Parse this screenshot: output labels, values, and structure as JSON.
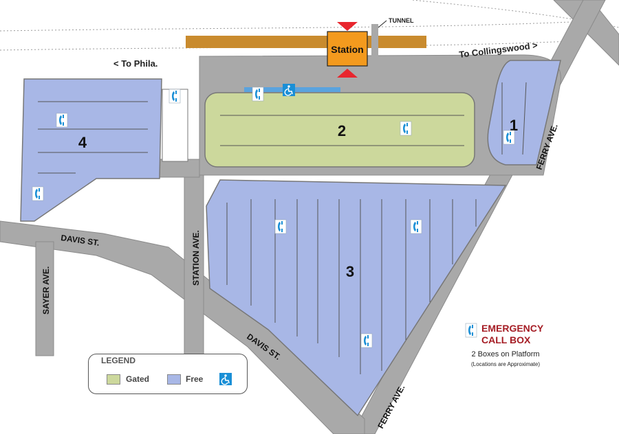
{
  "colors": {
    "free": "#a8b7e6",
    "gated": "#ccd89c",
    "road": "#a9a9a9",
    "road_edge": "#8a8a8a",
    "platform": "#c98b2e",
    "station": "#f39a1e",
    "arrow": "#e8262e",
    "emergency": "#a51c24"
  },
  "station_label": "Station",
  "tunnel_label": "TUNNEL",
  "direction_labels": {
    "philadelphia": "< To Phila.",
    "collingswood": "To Collingswood >"
  },
  "lot_labels": {
    "lot1": "1",
    "lot2": "2",
    "lot3": "3",
    "lot4": "4"
  },
  "street_labels": {
    "ferry_ave_north": "FERRY AVE.",
    "ferry_ave_south": "FERRY AVE.",
    "station_ave": "STATION AVE.",
    "davis_st_west": "DAVIS ST.",
    "davis_st_south": "DAVIS ST.",
    "sayer_ave": "SAYER AVE."
  },
  "legend": {
    "title": "LEGEND",
    "gated_label": "Gated",
    "free_label": "Free",
    "accessible_icon": "wheelchair-icon"
  },
  "emergency": {
    "title_line1": "EMERGENCY",
    "title_line2": "CALL BOX",
    "note1": "2 Boxes on Platform",
    "note2": "(Locations are Approximate)",
    "icon": "phone-icon"
  }
}
